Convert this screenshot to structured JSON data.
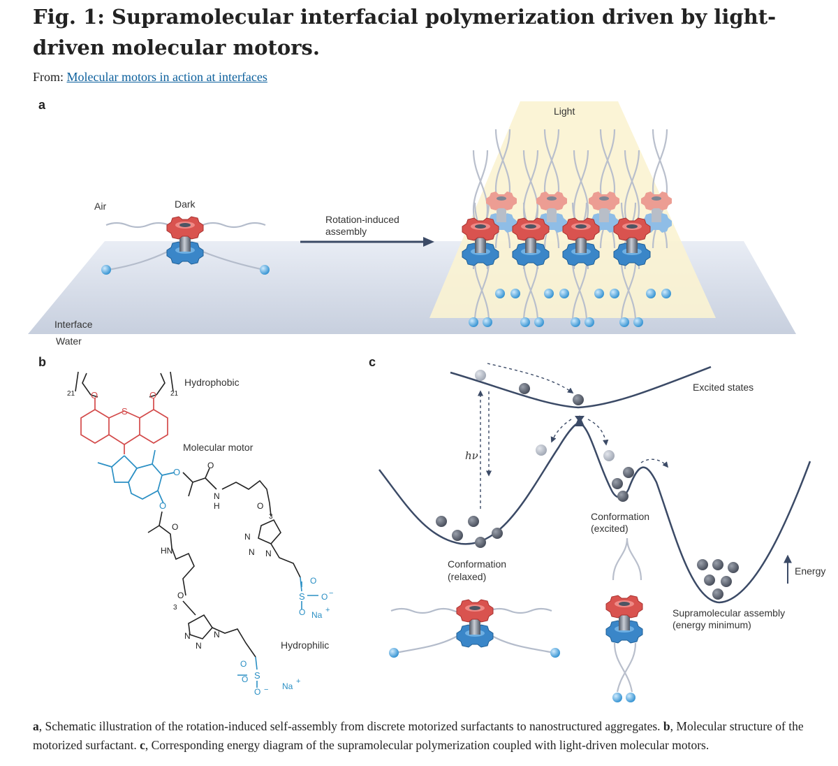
{
  "figure": {
    "title": "Fig. 1: Supramolecular interfacial polymerization driven by light-driven molecular motors.",
    "source_prefix": "From:",
    "source_link": "Molecular motors in action at interfaces"
  },
  "panel_a": {
    "label": "a",
    "air": "Air",
    "dark": "Dark",
    "arrow_label_line1": "Rotation-induced",
    "arrow_label_line2": "assembly",
    "light": "Light",
    "interface": "Interface",
    "water": "Water"
  },
  "panel_b": {
    "label": "b",
    "hydrophobic": "Hydrophobic",
    "molecular_motor": "Molecular motor",
    "hydrophilic": "Hydrophilic",
    "atoms": {
      "o": "O",
      "s": "S",
      "n": "N",
      "h": "H",
      "hn": "HN",
      "na": "Na",
      "plus": "+",
      "minus": "−",
      "sub21": "21",
      "sub3": "3"
    }
  },
  "panel_c": {
    "label": "c",
    "excited_states": "Excited states",
    "hv": "hν",
    "conf_relaxed_line1": "Conformation",
    "conf_relaxed_line2": "(relaxed)",
    "conf_excited_line1": "Conformation",
    "conf_excited_line2": "(excited)",
    "energy": "Energy",
    "assembly_line1": "Supramolecular assembly",
    "assembly_line2": "(energy minimum)"
  },
  "caption": {
    "a_label": "a",
    "a_text": ", Schematic illustration of the rotation-induced self-assembly from discrete motorized surfactants to nanostructured aggregates. ",
    "b_label": "b",
    "b_text": ", Molecular structure of the motorized surfactant. ",
    "c_label": "c",
    "c_text": ", Corresponding energy diagram of the supramolecular polymerization coupled with light-driven molecular motors."
  },
  "colors": {
    "rotor_red": "#d9534f",
    "stator_blue": "#3a86c8",
    "chem_red": "#d34a4a",
    "chem_blue": "#2a8fc4",
    "curve_navy": "#3b4a66",
    "light_beam": "#fbf3d2"
  }
}
